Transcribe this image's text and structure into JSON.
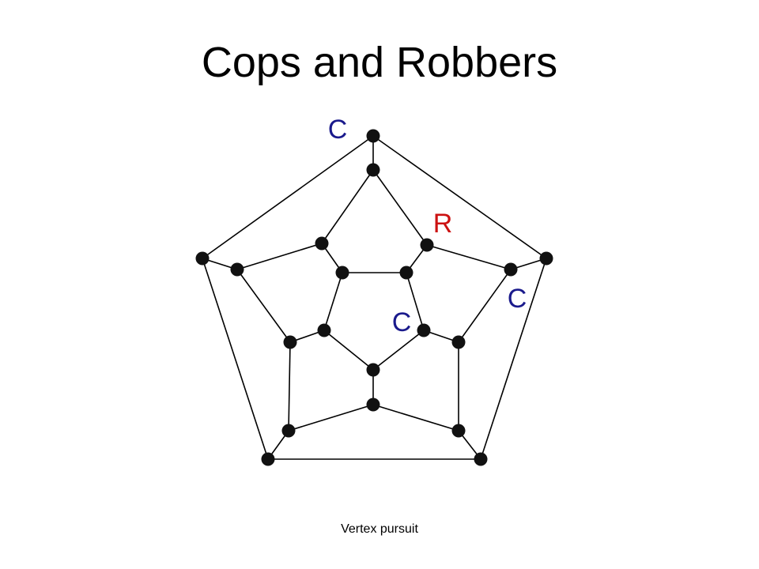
{
  "title": "Cops and Robbers",
  "footer": "Vertex pursuit",
  "colors": {
    "cop": "#1a1a8c",
    "robber": "#cc1111",
    "vertex": "#111111",
    "edge": "#000000"
  },
  "tokens": [
    {
      "id": "cop-1",
      "text": "C",
      "role": "cop"
    },
    {
      "id": "robber",
      "text": "R",
      "role": "robber"
    },
    {
      "id": "cop-2",
      "text": "C",
      "role": "cop"
    },
    {
      "id": "cop-3",
      "text": "C",
      "role": "cop"
    }
  ]
}
